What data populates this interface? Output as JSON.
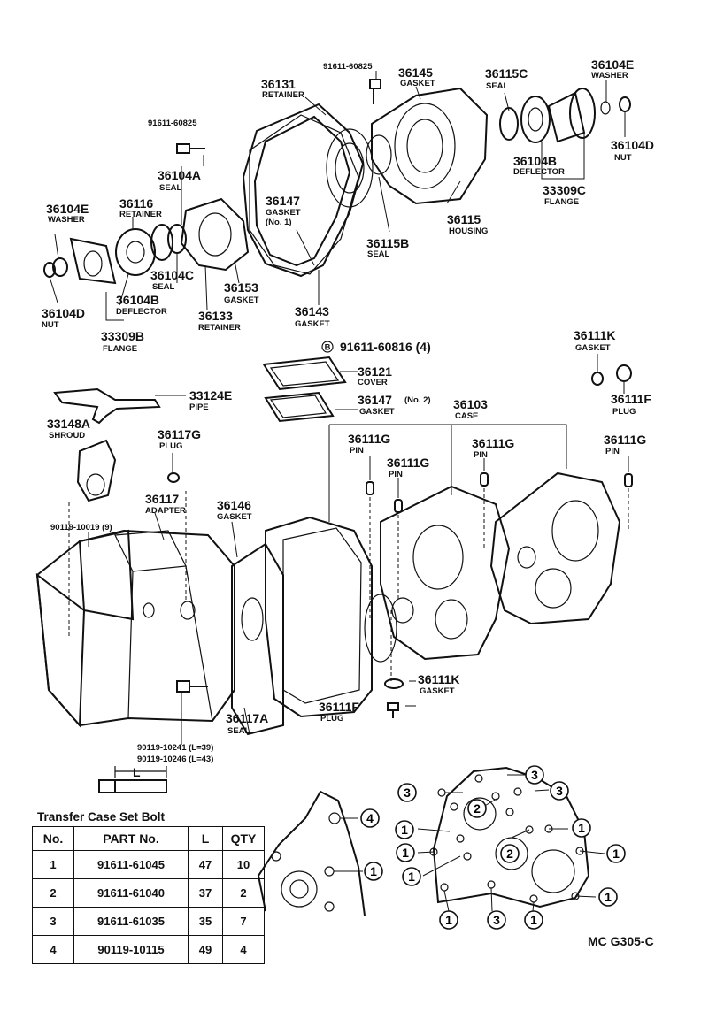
{
  "labels": {
    "p91611_60825_top": "91611-60825",
    "p36145": {
      "num": "36145",
      "desc": "GASKET"
    },
    "p36115C": {
      "num": "36115C",
      "desc": "SEAL"
    },
    "p36104E_r": {
      "num": "36104E",
      "desc": "WASHER"
    },
    "p36131": {
      "num": "36131",
      "desc": "RETAINER"
    },
    "p91611_60825_left": "91611-60825",
    "p36104A": {
      "num": "36104A",
      "desc": "SEAL"
    },
    "p36104B_r": {
      "num": "36104B",
      "desc": "DEFLECTOR"
    },
    "p36104D_r": {
      "num": "36104D",
      "desc": "NUT"
    },
    "p33309C": {
      "num": "33309C",
      "desc": "FLANGE"
    },
    "p36104E_l": {
      "num": "36104E",
      "desc": "WASHER"
    },
    "p36116": {
      "num": "36116",
      "desc": "RETAINER"
    },
    "p36147_1": {
      "num": "36147",
      "desc1": "GASKET",
      "desc2": "(No. 1)"
    },
    "p36115": {
      "num": "36115",
      "desc": "HOUSING"
    },
    "p36115B": {
      "num": "36115B",
      "desc": "SEAL"
    },
    "p36104C": {
      "num": "36104C",
      "desc": "SEAL"
    },
    "p36153": {
      "num": "36153",
      "desc": "GASKET"
    },
    "p36104D_l": {
      "num": "36104D",
      "desc": "NUT"
    },
    "p36104B_l": {
      "num": "36104B",
      "desc": "DEFLECTOR"
    },
    "p36133": {
      "num": "36133",
      "desc": "RETAINER"
    },
    "p36143": {
      "num": "36143",
      "desc": "GASKET"
    },
    "p33309B": {
      "num": "33309B",
      "desc": "FLANGE"
    },
    "p91611_60816": {
      "badge": "B",
      "num": "91611-60816 (4)"
    },
    "p36111K_top": {
      "num": "36111K",
      "desc": "GASKET"
    },
    "p36121": {
      "num": "36121",
      "desc": "COVER"
    },
    "p36147_2": {
      "num": "36147",
      "sub": "(No. 2)",
      "desc": "GASKET"
    },
    "p36103": {
      "num": "36103",
      "desc": "CASE"
    },
    "p36111F_top": {
      "num": "36111F",
      "desc": "PLUG"
    },
    "p33124E": {
      "num": "33124E",
      "desc": "PIPE"
    },
    "p33148A": {
      "num": "33148A",
      "desc": "SHROUD"
    },
    "p36117G": {
      "num": "36117G",
      "desc": "PLUG"
    },
    "p36111G_1": {
      "num": "36111G",
      "desc": "PIN"
    },
    "p36111G_2": {
      "num": "36111G",
      "desc": "PIN"
    },
    "p36111G_3": {
      "num": "36111G",
      "desc": "PIN"
    },
    "p36111G_4": {
      "num": "36111G",
      "desc": "PIN"
    },
    "p36117": {
      "num": "36117",
      "desc": "ADAPTER"
    },
    "p36146": {
      "num": "36146",
      "desc": "GASKET"
    },
    "p90119_10019": "90119-10019 (9)",
    "p36111K_bot": {
      "num": "36111K",
      "desc": "GASKET"
    },
    "p36111F_bot": {
      "num": "36111F",
      "desc": "PLUG"
    },
    "p36117A": {
      "num": "36117A",
      "desc": "SEAL"
    },
    "p90119_10241": "90119-10241 (L=39)",
    "p90119_10246": "90119-10246 (L=43)",
    "bolt_length_label": "L"
  },
  "table": {
    "title": "Transfer Case Set Bolt",
    "headers": [
      "No.",
      "PART No.",
      "L",
      "QTY"
    ],
    "rows": [
      {
        "no": "1",
        "part": "91611-61045",
        "l": "47",
        "qty": "10"
      },
      {
        "no": "2",
        "part": "91611-61040",
        "l": "37",
        "qty": "2"
      },
      {
        "no": "3",
        "part": "91611-61035",
        "l": "35",
        "qty": "7"
      },
      {
        "no": "4",
        "part": "90119-10115",
        "l": "49",
        "qty": "4"
      }
    ]
  },
  "callouts": {
    "c3a": "3",
    "c3b": "3",
    "c3c": "3",
    "c3d": "3",
    "c2a": "2",
    "c2b": "2",
    "c4": "4",
    "c1a": "1",
    "c1b": "1",
    "c1c": "1",
    "c1d": "1",
    "c1e": "1",
    "c1f": "1",
    "c1g": "1",
    "c1h": "1",
    "c1i": "1",
    "c1j": "1",
    "c1k": "1"
  },
  "diagram_code": "MC G305-C"
}
